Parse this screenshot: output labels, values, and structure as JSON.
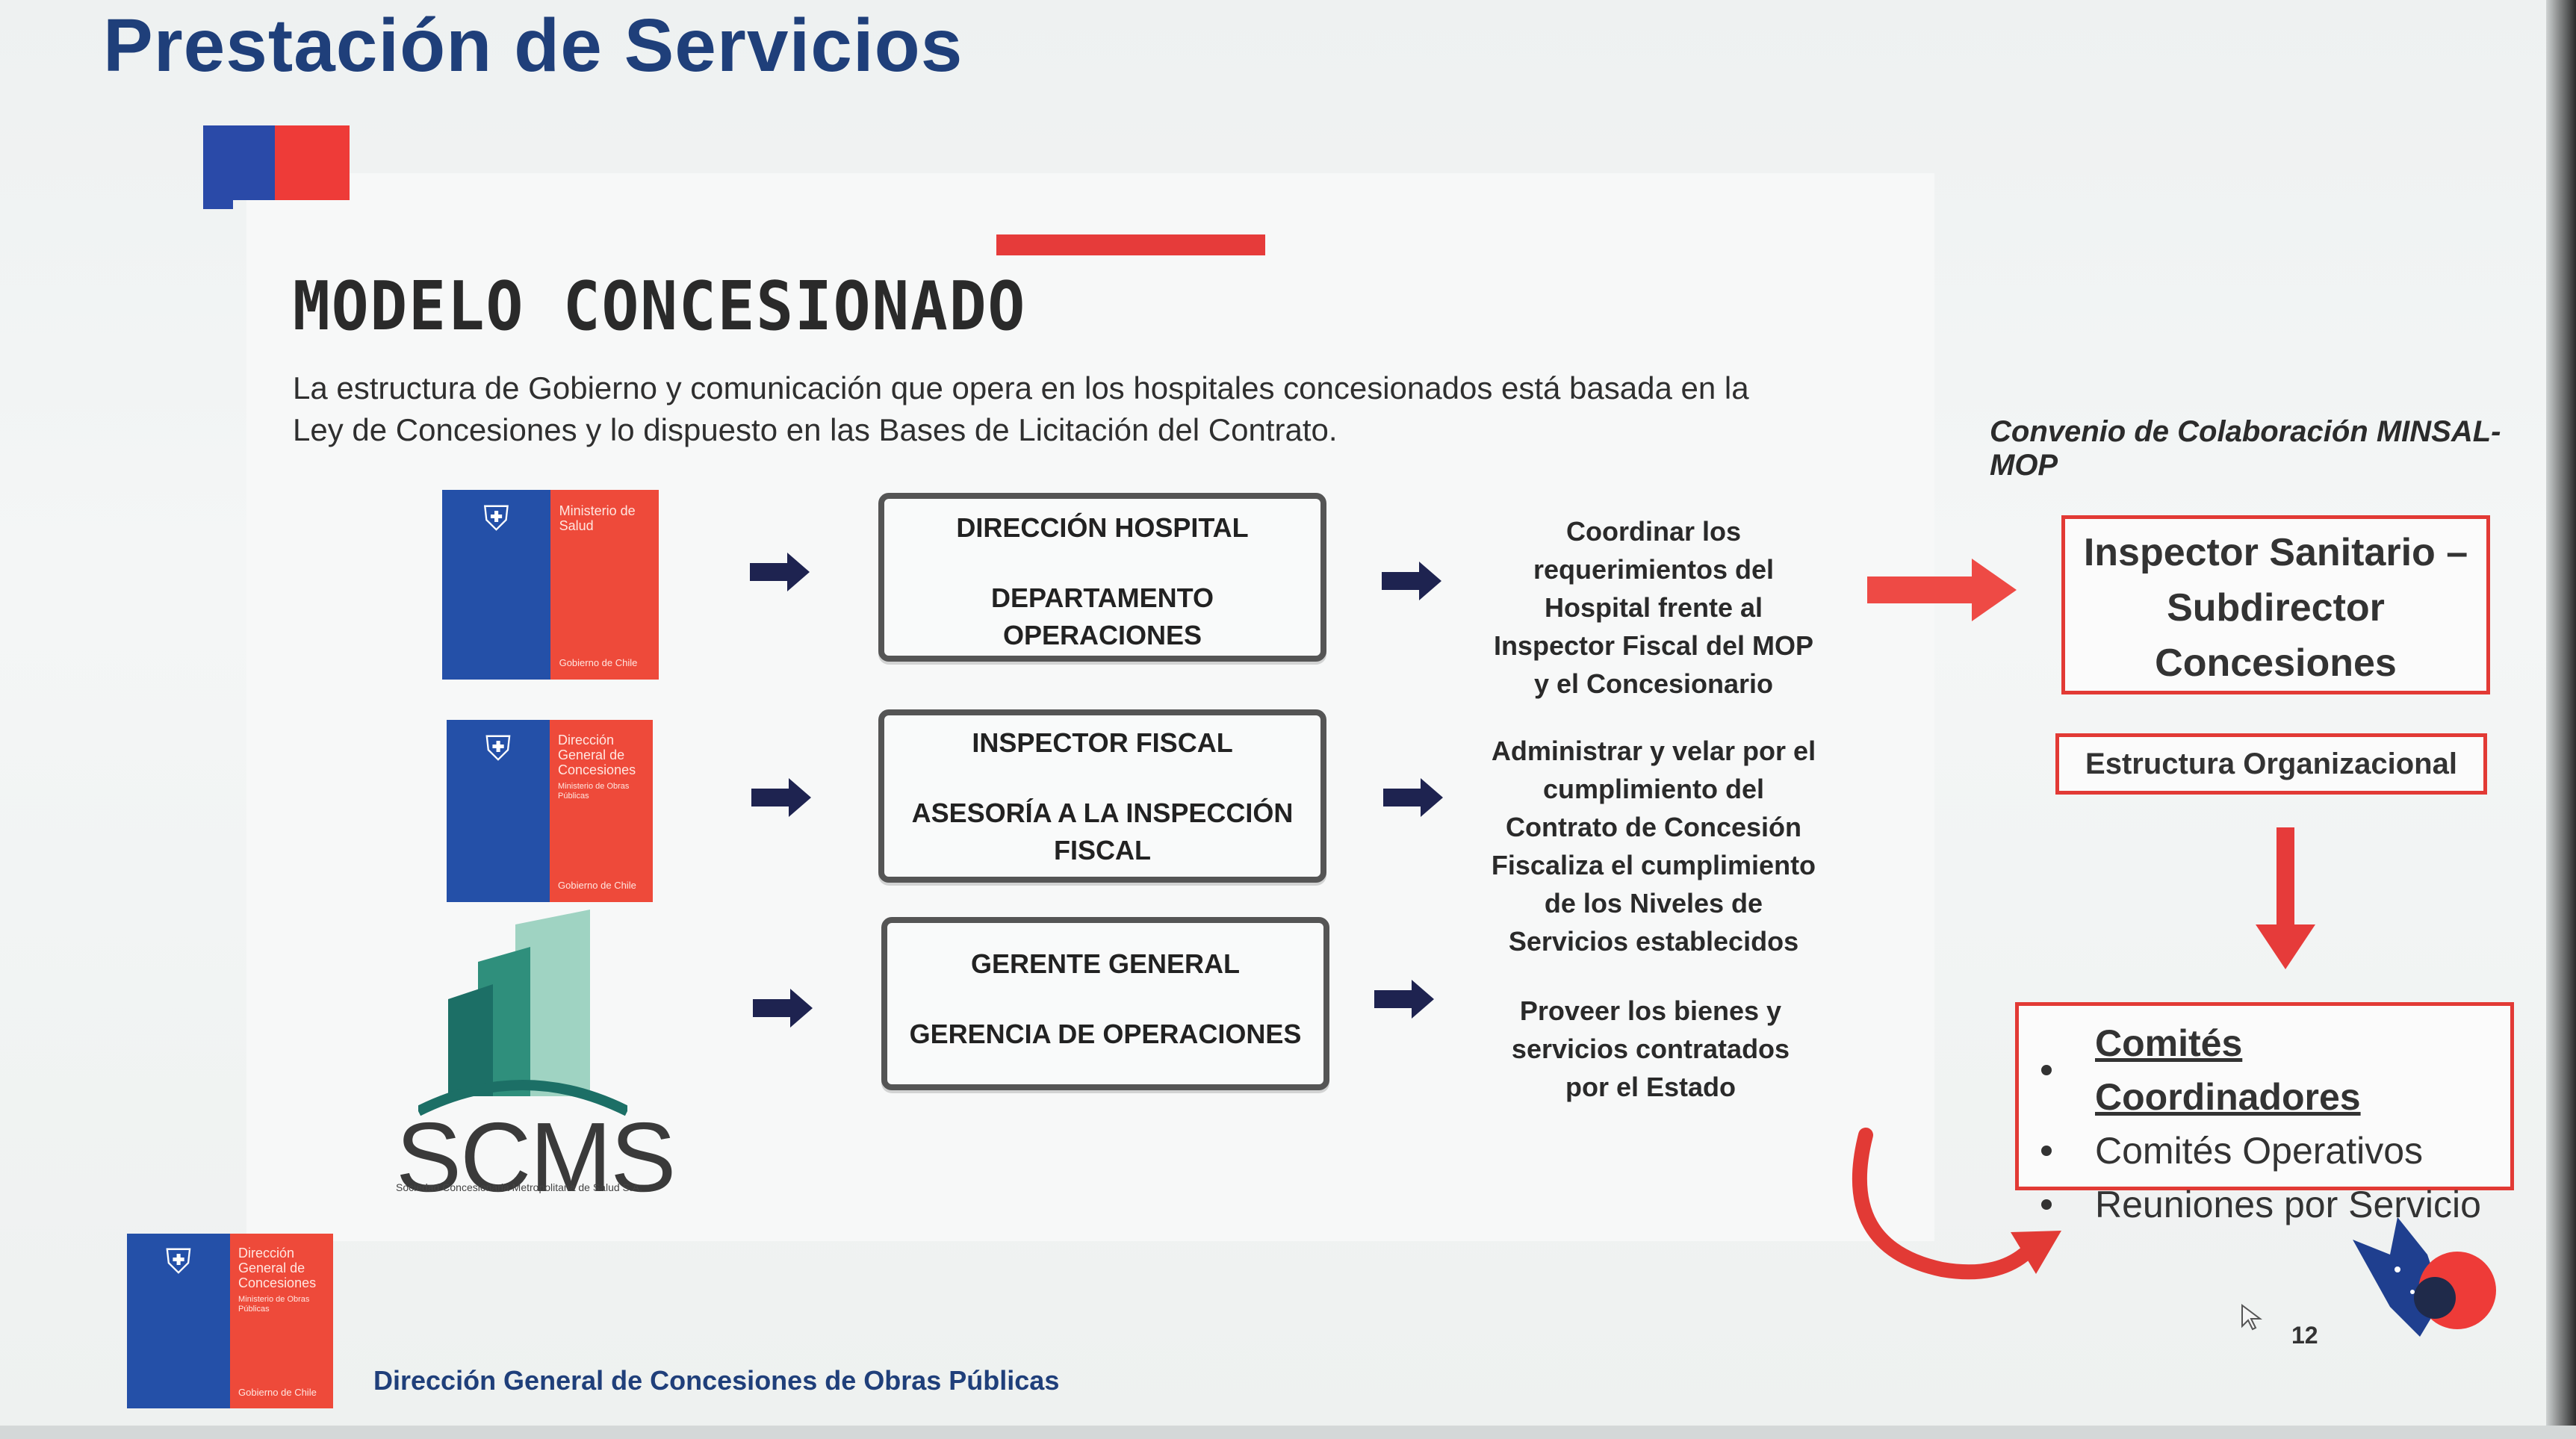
{
  "page": {
    "title": "Prestación de Servicios",
    "section_title": "MODELO CONCESIONADO",
    "intro_line1": "La estructura de Gobierno y comunicación que opera en los hospitales concesionados está basada en la",
    "intro_line2": "Ley de Concesiones y lo dispuesto en las Bases de Licitación del Contrato.",
    "convenio": "Convenio de Colaboración MINSAL-MOP"
  },
  "logos": {
    "minsal": {
      "text": "Ministerio de Salud",
      "foot": "Gobierno de Chile"
    },
    "dgc": {
      "text": "Dirección General de Concesiones",
      "sub": "Ministerio de Obras Públicas",
      "foot": "Gobierno de Chile"
    },
    "scms": {
      "text": "SCMS",
      "sub": "Sociedad Concesionaria Metropolitana de Salud S.A."
    },
    "footer_dgc": {
      "text": "Dirección General de Concesiones",
      "sub": "Ministerio de Obras Públicas",
      "foot": "Gobierno de Chile"
    }
  },
  "rows": [
    {
      "box_line1": "DIRECCIÓN HOSPITAL",
      "box_line2": "DEPARTAMENTO",
      "box_line3": "OPERACIONES",
      "desc": [
        "Coordinar los",
        "requerimientos del",
        "Hospital frente al",
        "Inspector Fiscal del MOP",
        "y el Concesionario"
      ]
    },
    {
      "box_line1": "INSPECTOR FISCAL",
      "box_line2": "ASESORÍA A LA INSPECCIÓN",
      "box_line3": "FISCAL",
      "desc": [
        "Administrar y velar por el",
        "cumplimiento del",
        "Contrato de Concesión",
        "Fiscaliza el cumplimiento",
        "de los Niveles de",
        "Servicios establecidos"
      ]
    },
    {
      "box_line1": "GERENTE GENERAL",
      "box_line2": "GERENCIA DE OPERACIONES",
      "desc": [
        "Proveer los bienes y",
        "servicios contratados",
        "por el Estado"
      ]
    }
  ],
  "right": {
    "inspector": [
      "Inspector Sanitario –",
      "Subdirector",
      "Concesiones"
    ],
    "estructura": "Estructura Organizacional",
    "comites": [
      "Comités Coordinadores",
      "Comités Operativos",
      "Reuniones por Servicio"
    ]
  },
  "footer": {
    "text": "Dirección General de Concesiones de Obras Públicas",
    "page_number": "12"
  },
  "colors": {
    "title_blue": "#1f3f7a",
    "flag_blue": "#2a4aa8",
    "flag_red": "#ee3b38",
    "accent_red": "#e23a35",
    "arrow_navy": "#1e2350"
  }
}
